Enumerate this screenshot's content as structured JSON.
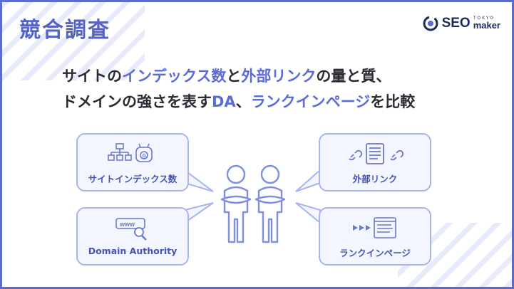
{
  "title": "競合調査",
  "logo": {
    "seo": "SEO",
    "tokyo": "TOKYO",
    "maker": "maker"
  },
  "headline": {
    "line1": [
      {
        "text": "サイトの",
        "hl": false
      },
      {
        "text": "インデックス数",
        "hl": true
      },
      {
        "text": "と",
        "hl": false
      },
      {
        "text": "外部リンク",
        "hl": true
      },
      {
        "text": "の量と質、",
        "hl": false
      }
    ],
    "line2": [
      {
        "text": "ドメインの強さを表す",
        "hl": false
      },
      {
        "text": "DA",
        "hl": true
      },
      {
        "text": "、",
        "hl": false
      },
      {
        "text": "ランクインページ",
        "hl": true
      },
      {
        "text": "を比較",
        "hl": false
      }
    ]
  },
  "bubbles": {
    "index_count": {
      "label": "サイトインデックス数",
      "icon": "sitemap-robot-icon"
    },
    "domain_authority": {
      "label": "Domain Authority",
      "icon": "www-magnifier-icon"
    },
    "external_links": {
      "label": "外部リンク",
      "icon": "link-document-icon"
    },
    "ranked_pages": {
      "label": "ランクインページ",
      "icon": "ranking-page-icon"
    }
  },
  "colors": {
    "accent": "#5b6cd8",
    "title": "#5463c4",
    "bubble_border": "#a6b4f0",
    "bubble_fill": "#f4f6ff",
    "frame": "#5b6cc8"
  }
}
